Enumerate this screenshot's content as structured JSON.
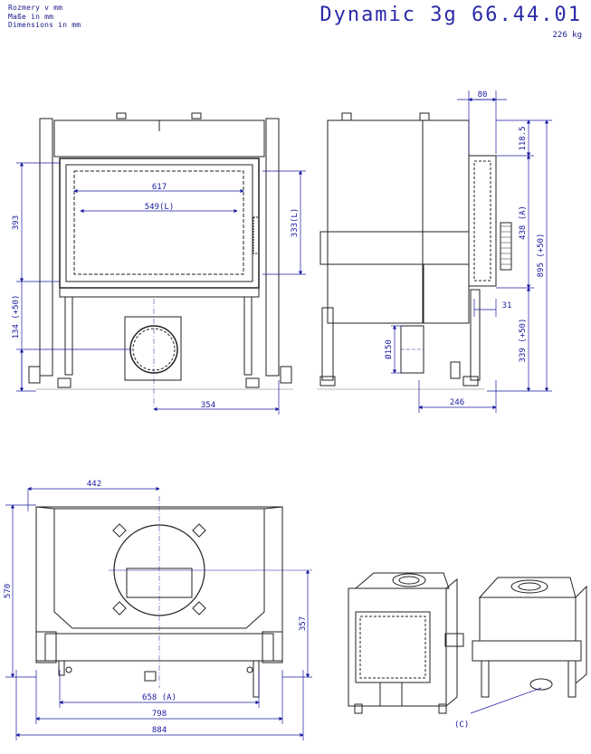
{
  "header": {
    "units": [
      "Rozmery v mm",
      "Maße in mm",
      "Dimensions in mm"
    ],
    "title": "Dynamic 3g 66.44.01",
    "weight": "226 kg"
  },
  "front_view": {
    "dim_617": "617",
    "dim_549": "549(L)",
    "dim_393": "393",
    "dim_333": "333(L)",
    "dim_134": "134 (+50)",
    "dim_354": "354"
  },
  "side_view": {
    "dim_80": "80",
    "dim_118": "118.5",
    "dim_438": "438 (A)",
    "dim_895": "895 (+50)",
    "dim_31": "31",
    "dim_339": "339 (+50)",
    "dim_150": "Ø150",
    "dim_246": "246"
  },
  "top_view": {
    "dim_442": "442",
    "dim_570": "570",
    "dim_357": "357",
    "dim_658": "658 (A)",
    "dim_798": "798",
    "dim_884": "884"
  },
  "iso_view": {
    "label_c": "(C)"
  },
  "colors": {
    "ink": "#1d1d99",
    "line": "#222222",
    "dim": "#1a1aa0"
  }
}
